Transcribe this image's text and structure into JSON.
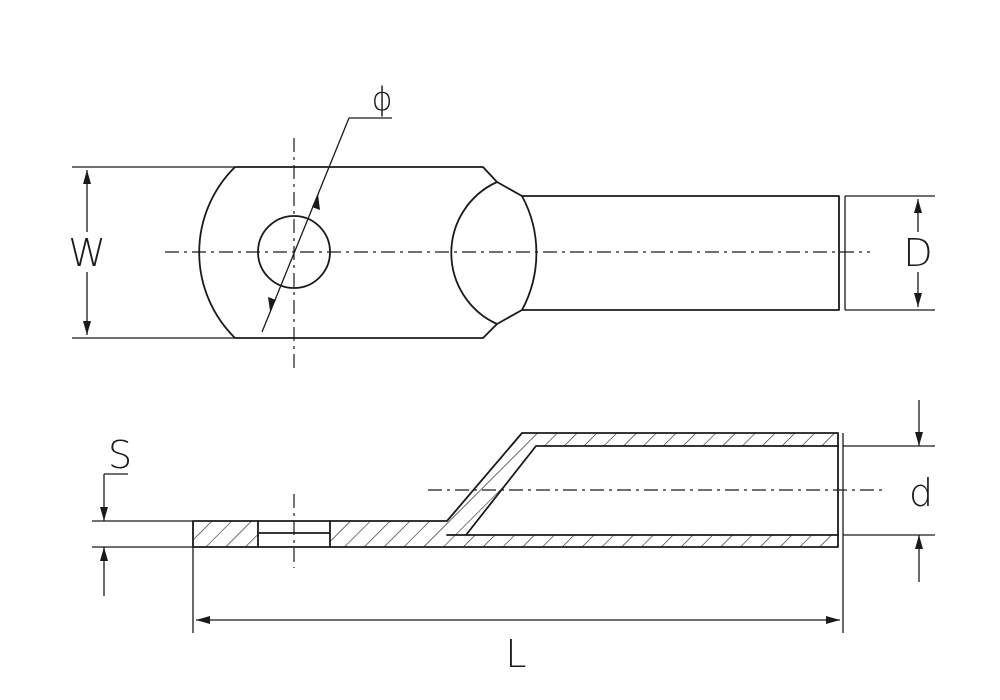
{
  "diagram": {
    "labels": {
      "diameter": "ϕ",
      "width": "W",
      "outer_diameter": "D",
      "thickness": "S",
      "inner_diameter": "d",
      "length": "L"
    }
  }
}
